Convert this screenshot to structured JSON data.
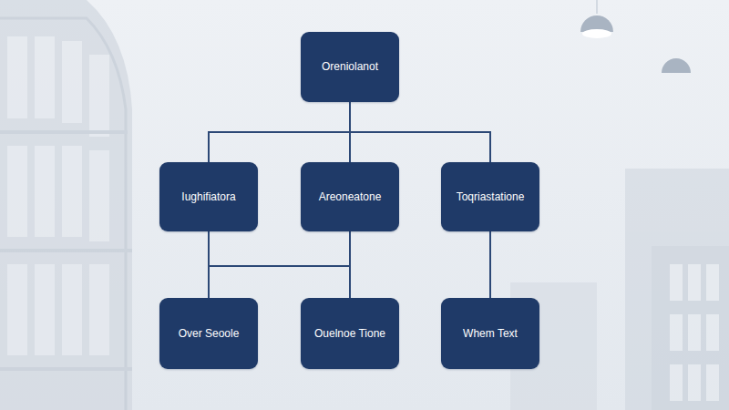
{
  "diagram": {
    "nodes": [
      {
        "text": [
          "Oreniolanot"
        ]
      },
      {
        "text": [
          "Iughifiatora"
        ]
      },
      {
        "text": [
          "Areoneatone"
        ]
      },
      {
        "text": [
          "Toqriastatione"
        ]
      },
      {
        "text": [
          "Over Seoole"
        ]
      },
      {
        "text": [
          "Ouelnoe Tione"
        ]
      },
      {
        "text": [
          "Whem Text"
        ]
      }
    ],
    "edges": [
      {
        "from": 0,
        "to": 1,
        "arrow": "none"
      },
      {
        "from": 0,
        "to": 2,
        "arrow": "none"
      },
      {
        "from": 0,
        "to": 3,
        "arrow": "none"
      },
      {
        "from": 1,
        "to": 4,
        "arrow": "none"
      },
      {
        "from": 2,
        "to": 4,
        "arrow": "none"
      },
      {
        "from": 2,
        "to": 5,
        "arrow": "none"
      },
      {
        "from": 3,
        "to": 6,
        "arrow": "none"
      }
    ]
  }
}
